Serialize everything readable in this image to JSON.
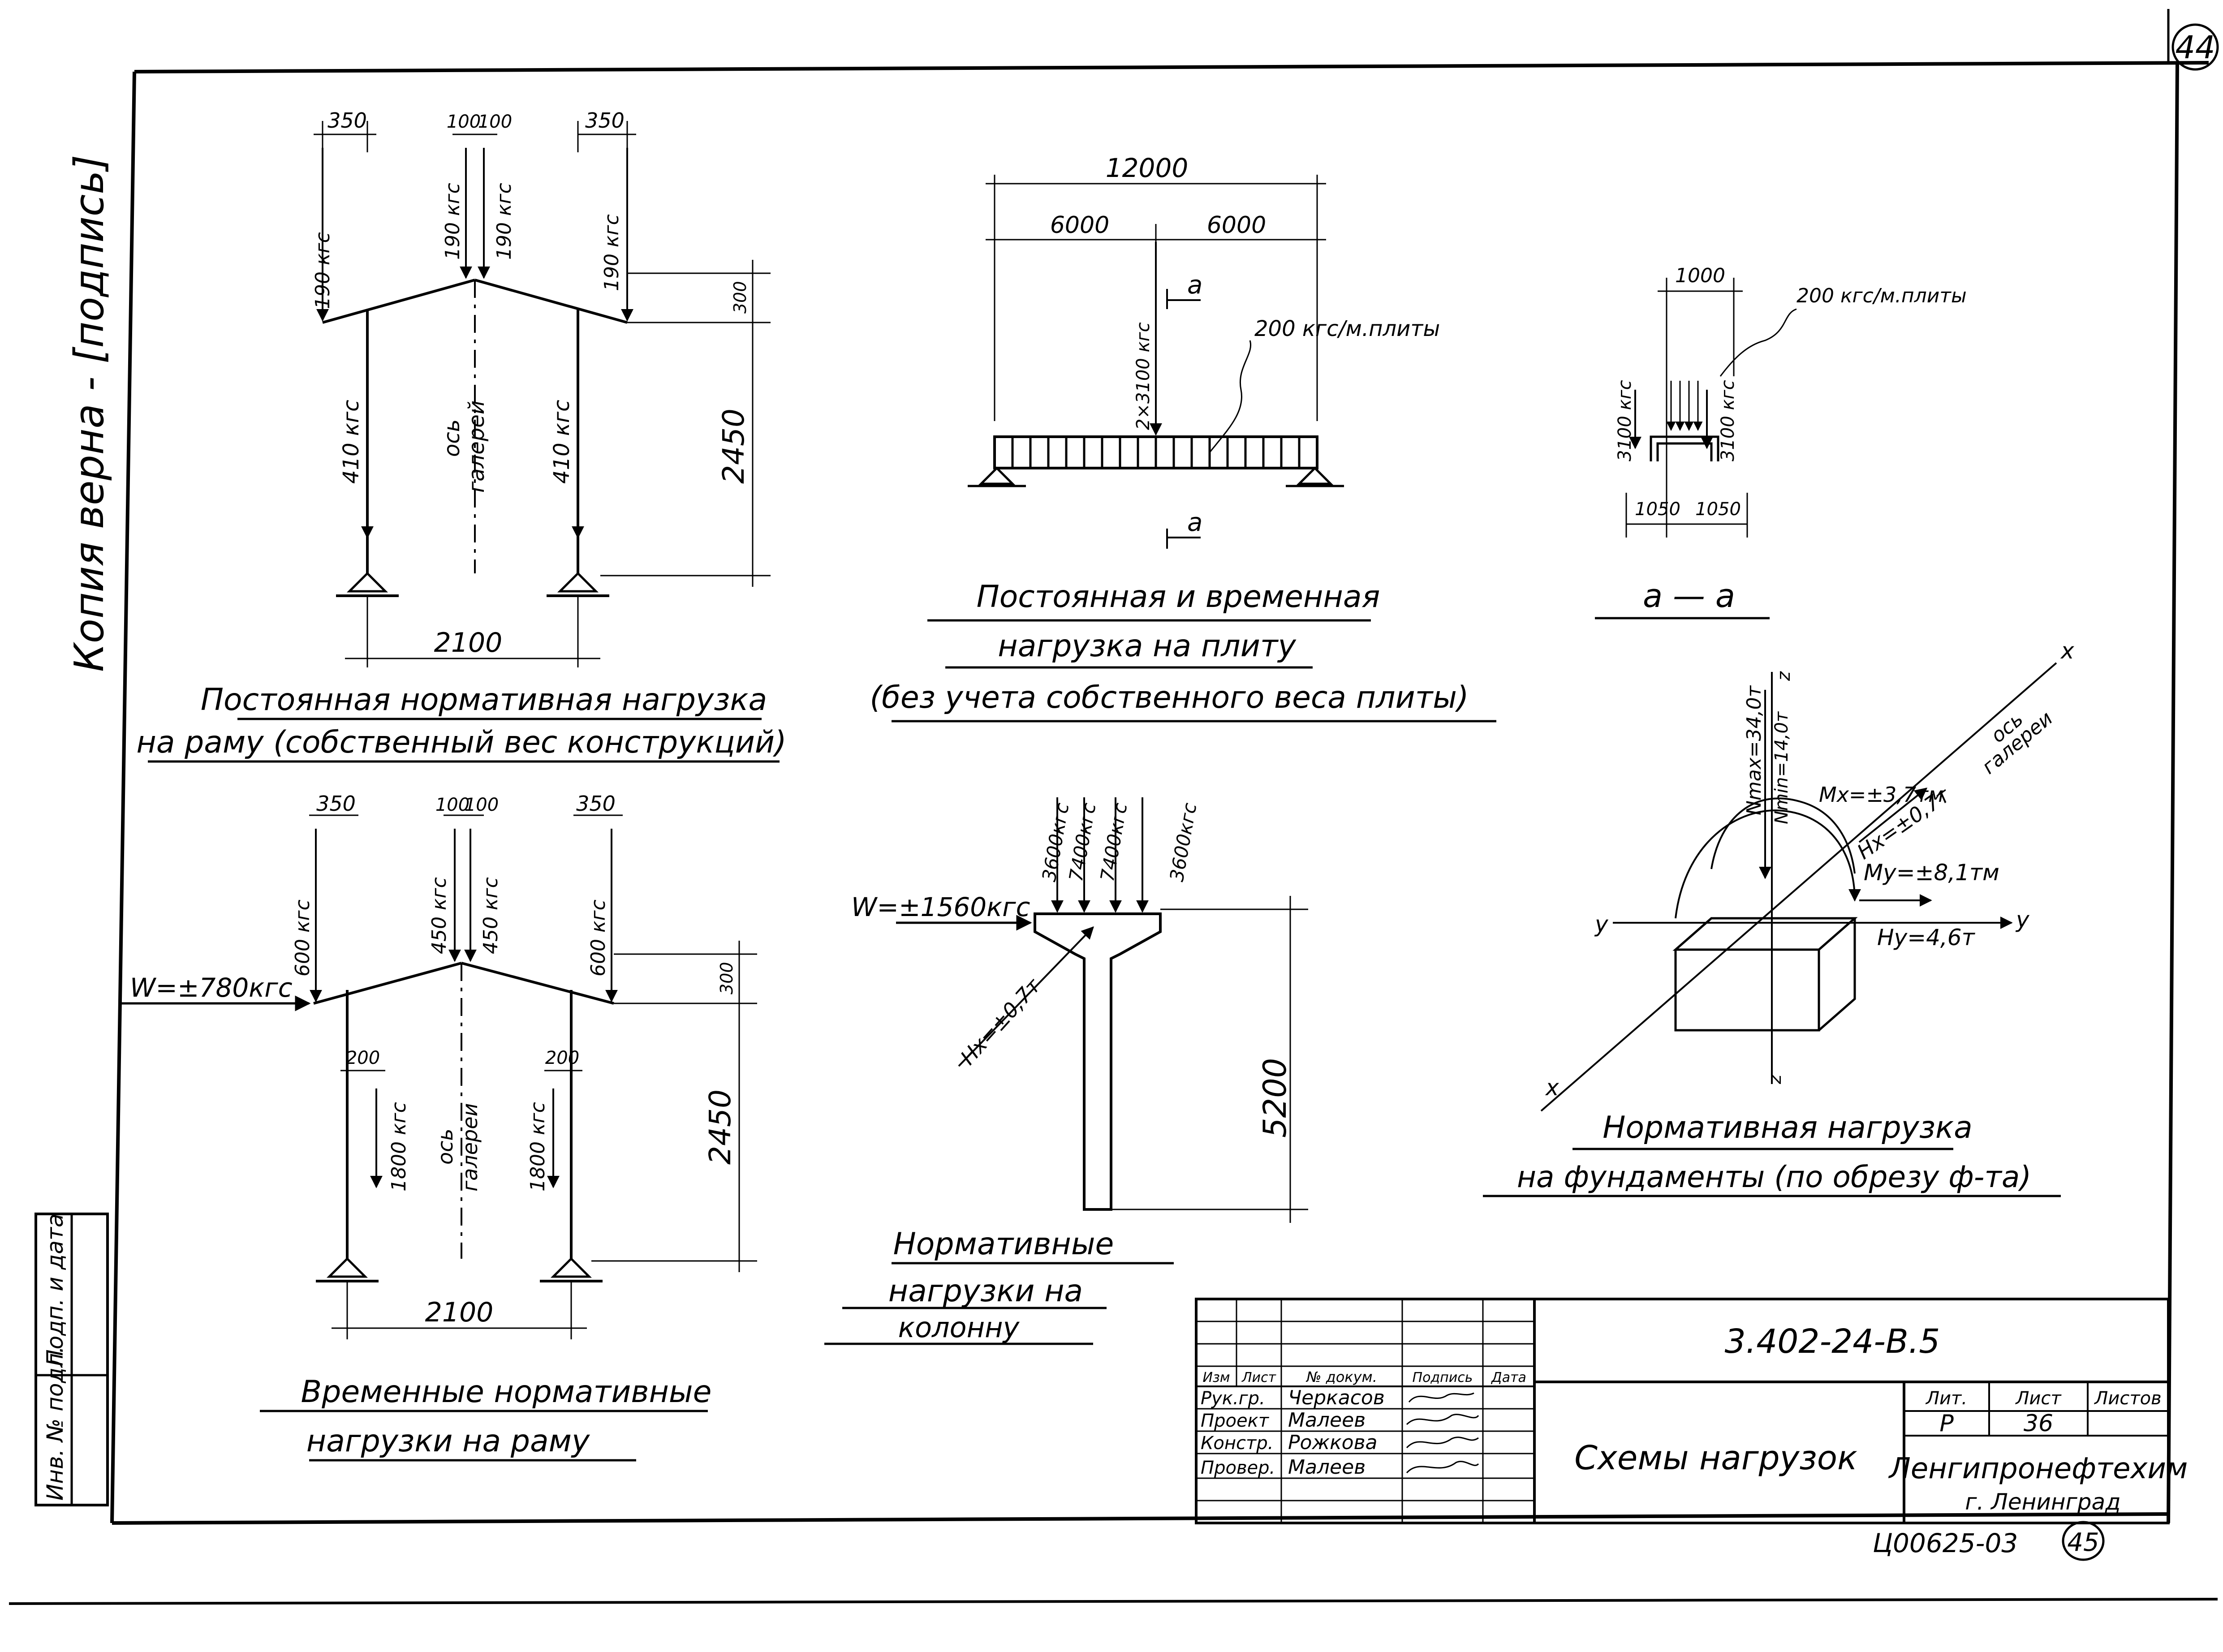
{
  "sheet": {
    "page_no_top": "44",
    "page_no_bottom": "45",
    "archive_no": "Ц00625-03",
    "side_note": "Копия верна - [подпись]"
  },
  "frame_permanent": {
    "dims_top": [
      "350",
      "100",
      "100",
      "350"
    ],
    "loads_top": [
      "190 кгс",
      "190 кгс",
      "190 кгс",
      "190 кгс"
    ],
    "loads_column": [
      "410 кгс",
      "410 кгс"
    ],
    "axis_label": [
      "ось",
      "галерей"
    ],
    "rise": "300",
    "height": "2450",
    "span": "2100",
    "caption": [
      "Постоянная нормативная нагрузка",
      "на раму (собственный вес конструкций)"
    ]
  },
  "frame_temporary": {
    "dims_top": [
      "350",
      "100",
      "100",
      "350"
    ],
    "loads_top": [
      "600 кгс",
      "450 кгс",
      "450 кгс",
      "600 кгс"
    ],
    "wind": "W=±780кгс",
    "offsets": [
      "200",
      "200"
    ],
    "loads_column": [
      "1800 кгс",
      "1800 кгс"
    ],
    "axis_label": [
      "ось",
      "галереи"
    ],
    "rise": "300",
    "height": "2450",
    "span": "2100",
    "caption": [
      "Временные нормативные",
      "нагрузки на раму"
    ]
  },
  "slab": {
    "length_total": "12000",
    "half_left": "6000",
    "half_right": "6000",
    "section_mark": "а",
    "point_load": "2×3100 кгс",
    "distributed": "200 кгс/м.плиты",
    "caption": [
      "Постоянная и временная",
      "нагрузка на плиту",
      "(без учета собственного веса плиты)"
    ]
  },
  "section_aa": {
    "width_top": "1000",
    "distributed": "200 кгс/м.плиты",
    "load_left": "3100 кгс",
    "load_right": "3100 кгс",
    "dim_left": "1050",
    "dim_right": "1050",
    "caption": "а — а"
  },
  "column": {
    "wind": "W=±1560кгс",
    "loads": [
      "3600кгс",
      "7400кгс",
      "7400кгс",
      "3600кгс"
    ],
    "hx": "Hx=±0,7т",
    "height": "5200",
    "caption": [
      "Нормативные",
      "нагрузки на",
      "колонну"
    ]
  },
  "foundation": {
    "nmax": "Nmax=34,0т",
    "nmin": "Nmin=14,0т",
    "mx": "Mx=±3,7тм",
    "hx": "Hx=±0,7т",
    "my": "My=±8,1тм",
    "hy": "Hy=4,6т",
    "axis_label": [
      "ось",
      "галереи"
    ],
    "axis_x": "x",
    "axis_y": "y",
    "axis_z": "z",
    "caption": [
      "Нормативная нагрузка",
      "на фундаменты (по обрезу ф-та)"
    ]
  },
  "title_block": {
    "doc_code": "3.402-24-В.5",
    "title": "Схемы нагрузок",
    "org": [
      "Ленгипронефтехим",
      "г. Ленинград"
    ],
    "col_headers": [
      "Изм",
      "Лист",
      "№ докум.",
      "Подпись",
      "Дата"
    ],
    "roles": [
      {
        "role": "Рук.гр.",
        "name": "Черкасов"
      },
      {
        "role": "Проект",
        "name": "Малеев"
      },
      {
        "role": "Констр.",
        "name": "Рожкова"
      },
      {
        "role": "Провер.",
        "name": "Малеев"
      }
    ],
    "stage_labels": [
      "Лит.",
      "Лист",
      "Листов"
    ],
    "stage_values": [
      "Р",
      "36",
      ""
    ],
    "side_stamp": [
      "Инв. № подл.",
      "Подп. и дата"
    ]
  }
}
